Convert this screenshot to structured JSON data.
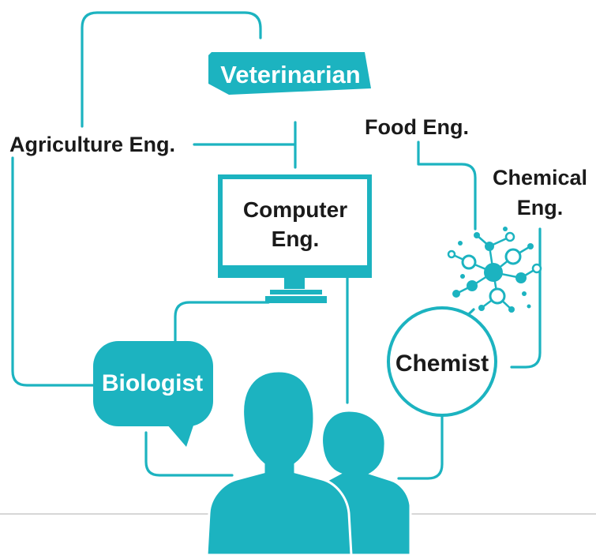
{
  "diagram": {
    "accent": "#1cb3c0",
    "baseline_color": "#d7d7d7",
    "nodes": {
      "veterinarian": "Veterinarian",
      "agriculture": "Agriculture Eng.",
      "food": "Food Eng.",
      "chemical_line1": "Chemical",
      "chemical_line2": "Eng.",
      "computer_line1": "Computer",
      "computer_line2": "Eng.",
      "biologist": "Biologist",
      "chemist": "Chemist"
    },
    "icons": [
      "monitor-icon",
      "speech-bubble-icon",
      "molecule-icon",
      "people-silhouette-icon"
    ]
  }
}
